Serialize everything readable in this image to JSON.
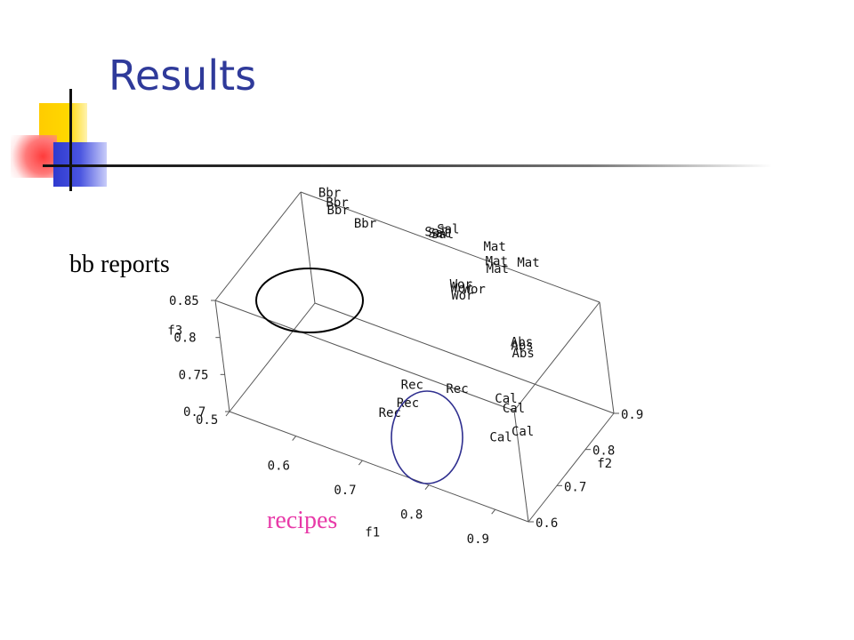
{
  "slide": {
    "title": "Results",
    "annotation_top": "bb reports",
    "annotation_bottom": "recipes",
    "colors": {
      "title": "#2f3a9a",
      "bb_circle": "#000000",
      "recipes_circle": "#2f2f8f",
      "recipes_text": "#e83aa8"
    }
  },
  "chart_data": {
    "type": "scatter",
    "title": "",
    "xlabel": "f1",
    "ylabel": "f2",
    "zlabel": "f3",
    "xlim": [
      0.5,
      0.95
    ],
    "ylim": [
      0.6,
      0.9
    ],
    "zlim": [
      0.7,
      0.85
    ],
    "x_ticks": [
      "0.5",
      "0.6",
      "0.7",
      "0.8",
      "0.9"
    ],
    "y_ticks": [
      "0.6",
      "0.7",
      "0.8",
      "0.9"
    ],
    "z_ticks": [
      "0.7",
      "0.75",
      "0.8",
      "0.85"
    ],
    "points": [
      {
        "label": "Bbr",
        "x": 0.55,
        "y": 0.89,
        "z": 0.865
      },
      {
        "label": "Bbr",
        "x": 0.56,
        "y": 0.89,
        "z": 0.855
      },
      {
        "label": "Bbr",
        "x": 0.56,
        "y": 0.89,
        "z": 0.845
      },
      {
        "label": "Bbr",
        "x": 0.6,
        "y": 0.89,
        "z": 0.84
      },
      {
        "label": "Sal",
        "x": 0.73,
        "y": 0.89,
        "z": 0.875
      },
      {
        "label": "Sal",
        "x": 0.71,
        "y": 0.89,
        "z": 0.865
      },
      {
        "label": "Sal",
        "x": 0.715,
        "y": 0.89,
        "z": 0.865
      },
      {
        "label": "Sal",
        "x": 0.72,
        "y": 0.89,
        "z": 0.865
      },
      {
        "label": "Mat",
        "x": 0.8,
        "y": 0.89,
        "z": 0.875
      },
      {
        "label": "Mat",
        "x": 0.85,
        "y": 0.89,
        "z": 0.87
      },
      {
        "label": "Mat",
        "x": 0.8,
        "y": 0.89,
        "z": 0.855
      },
      {
        "label": "Mat",
        "x": 0.8,
        "y": 0.89,
        "z": 0.845
      },
      {
        "label": "Wor",
        "x": 0.76,
        "y": 0.85,
        "z": 0.83
      },
      {
        "label": "Wor",
        "x": 0.78,
        "y": 0.85,
        "z": 0.83
      },
      {
        "label": "Wor",
        "x": 0.76,
        "y": 0.85,
        "z": 0.825
      },
      {
        "label": "Wor",
        "x": 0.76,
        "y": 0.85,
        "z": 0.815
      },
      {
        "label": "Abs",
        "x": 0.86,
        "y": 0.82,
        "z": 0.8
      },
      {
        "label": "Abs",
        "x": 0.86,
        "y": 0.82,
        "z": 0.795
      },
      {
        "label": "Abs",
        "x": 0.86,
        "y": 0.82,
        "z": 0.785
      },
      {
        "label": "Rec",
        "x": 0.72,
        "y": 0.74,
        "z": 0.735
      },
      {
        "label": "Rec",
        "x": 0.78,
        "y": 0.76,
        "z": 0.74
      },
      {
        "label": "Rec",
        "x": 0.72,
        "y": 0.72,
        "z": 0.72
      },
      {
        "label": "Rec",
        "x": 0.7,
        "y": 0.7,
        "z": 0.71
      },
      {
        "label": "Cal",
        "x": 0.85,
        "y": 0.77,
        "z": 0.745
      },
      {
        "label": "Cal",
        "x": 0.86,
        "y": 0.77,
        "z": 0.735
      },
      {
        "label": "Cal",
        "x": 0.86,
        "y": 0.72,
        "z": 0.72
      },
      {
        "label": "Cal",
        "x": 0.88,
        "y": 0.75,
        "z": 0.72
      }
    ]
  }
}
